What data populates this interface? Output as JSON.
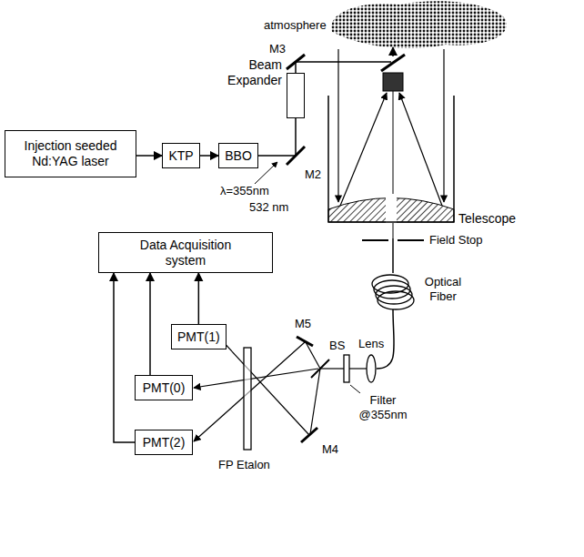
{
  "diagram": {
    "nodes": [
      {
        "text": [
          "Injection seeded Nd:YAG laser"
        ]
      },
      {
        "text": [
          "KTP"
        ]
      },
      {
        "text": [
          "BBO"
        ]
      },
      {
        "text": [
          "Beam Expander"
        ]
      },
      {
        "text": [
          "Telescope"
        ]
      },
      {
        "text": [
          "Data Acquisition system"
        ]
      },
      {
        "text": [
          "PMT(1)"
        ]
      },
      {
        "text": [
          "PMT(0)"
        ]
      },
      {
        "text": [
          "PMT(2)"
        ]
      }
    ],
    "edges": [
      {
        "from": 0,
        "to": 1,
        "arrow": "to"
      },
      {
        "from": 1,
        "to": 2,
        "arrow": "to"
      },
      {
        "from": 2,
        "to": 3,
        "arrow": "none"
      },
      {
        "from": 6,
        "to": 5,
        "arrow": "to"
      },
      {
        "from": 7,
        "to": 5,
        "arrow": "to"
      },
      {
        "from": 8,
        "to": 5,
        "arrow": "to"
      }
    ],
    "labels": [
      "atmosphere",
      "M3",
      "M2",
      "λ=355nm",
      "532 nm",
      "Field Stop",
      "Optical Fiber",
      "Lens",
      "M5",
      "BS",
      "Filter @355nm",
      "M4",
      "FP Etalon"
    ]
  }
}
